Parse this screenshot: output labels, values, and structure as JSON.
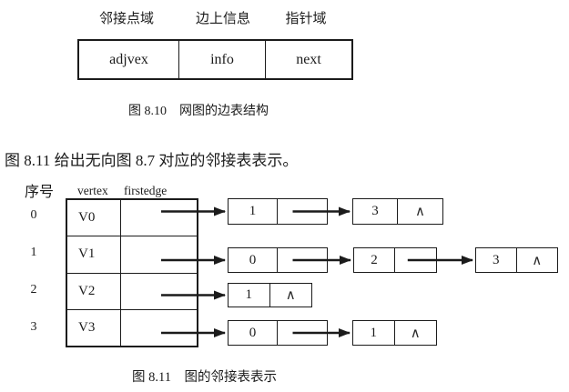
{
  "page": {
    "background": "#ffffff",
    "ink": "#1b1b1b"
  },
  "figure810": {
    "field_labels": [
      "邻接点域",
      "边上信息",
      "指针域"
    ],
    "cells": [
      "adjvex",
      "info",
      "next"
    ],
    "caption": "图 8.10　网图的边表结构"
  },
  "intro_text": "图 8.11 给出无向图 8.7 对应的邻接表表示。",
  "figure811": {
    "index_header": "序号",
    "vertex_header": "vertex",
    "firstedge_header": "firstedge",
    "null_symbol": "∧",
    "rows": [
      {
        "index": "0",
        "vertex": "V0",
        "nodes": [
          {
            "adjvex": "1",
            "null": false
          },
          {
            "adjvex": "3",
            "null": true
          }
        ]
      },
      {
        "index": "1",
        "vertex": "V1",
        "nodes": [
          {
            "adjvex": "0",
            "null": false
          },
          {
            "adjvex": "2",
            "null": false
          },
          {
            "adjvex": "3",
            "null": true
          }
        ]
      },
      {
        "index": "2",
        "vertex": "V2",
        "nodes": [
          {
            "adjvex": "1",
            "null": true
          }
        ]
      },
      {
        "index": "3",
        "vertex": "V3",
        "nodes": [
          {
            "adjvex": "0",
            "null": false
          },
          {
            "adjvex": "1",
            "null": true
          }
        ]
      }
    ],
    "caption": "图 8.11　图的邻接表表示"
  }
}
